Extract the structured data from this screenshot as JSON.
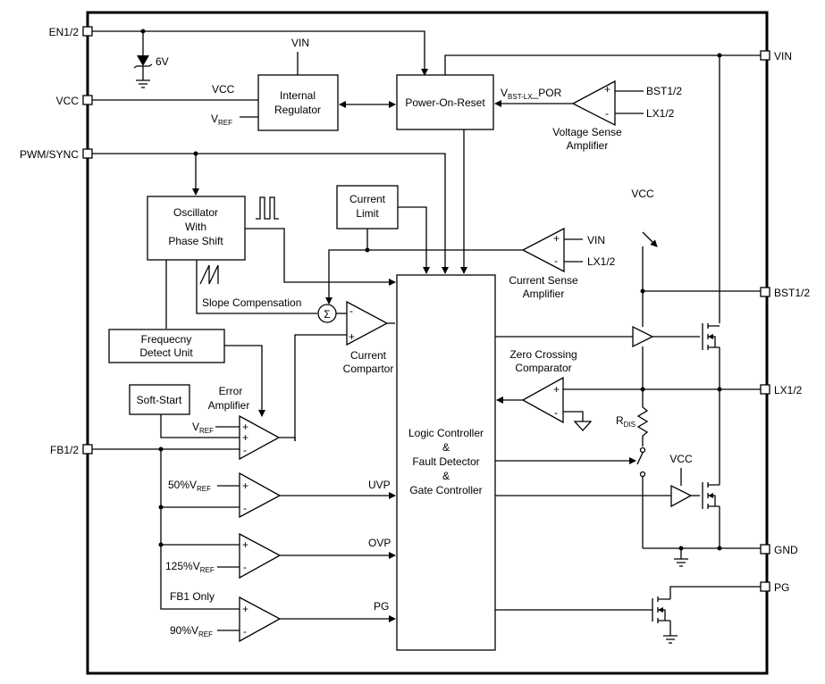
{
  "pins_left": {
    "en": "EN1/2",
    "vcc": "VCC",
    "pwm": "PWM/SYNC",
    "fb": "FB1/2"
  },
  "pins_right": {
    "vin": "VIN",
    "bst": "BST1/2",
    "lx": "LX1/2",
    "gnd": "GND",
    "pg": "PG"
  },
  "blocks": {
    "regulator": [
      "Internal",
      "Regulator"
    ],
    "por": "Power-On-Reset",
    "oscillator": [
      "Oscillator",
      "With",
      "Phase Shift"
    ],
    "current_limit": [
      "Current",
      "Limit"
    ],
    "freq_detect": [
      "Frequecny",
      "Detect Unit"
    ],
    "soft_start": "Soft-Start",
    "logic": [
      "Logic Controller",
      "&",
      "Fault Detector",
      "&",
      "Gate Controller"
    ]
  },
  "labels": {
    "zener": "6V",
    "vin_top": "VIN",
    "vcc_reg": "VCC",
    "vref_main": "V",
    "vref_sub": "REF",
    "vbst_main": "V",
    "vbst_sub": "BST-LX",
    "vbst_tail": "_POR",
    "bst_in": "BST1/2",
    "lx_in": "LX1/2",
    "voltage_sense": [
      "Voltage Sense",
      "Amplifier"
    ],
    "vcc_switch": "VCC",
    "vin_cs": "VIN",
    "lx_cs": "LX1/2",
    "current_sense": [
      "Current Sense",
      "Amplifier"
    ],
    "slope_comp": "Slope Compensation",
    "sigma": "Σ",
    "current_comp": [
      "Current",
      "Compartor"
    ],
    "zero_cross": [
      "Zero Crossing",
      "Comparator"
    ],
    "error_amp": [
      "Error",
      "Amplifier"
    ],
    "vref_ea_main": "V",
    "vref_ea_sub": "REF",
    "rdis_main": "R",
    "rdis_sub": "DIS",
    "vcc_low": "VCC",
    "uvp_ref": "50%V",
    "uvp_ref_sub": "REF",
    "uvp": "UVP",
    "ovp_ref": "125%V",
    "ovp_ref_sub": "REF",
    "ovp": "OVP",
    "fb1_only": "FB1 Only",
    "pg_ref": "90%V",
    "pg_ref_sub": "REF",
    "pg": "PG",
    "plus": "+",
    "minus": "-"
  }
}
